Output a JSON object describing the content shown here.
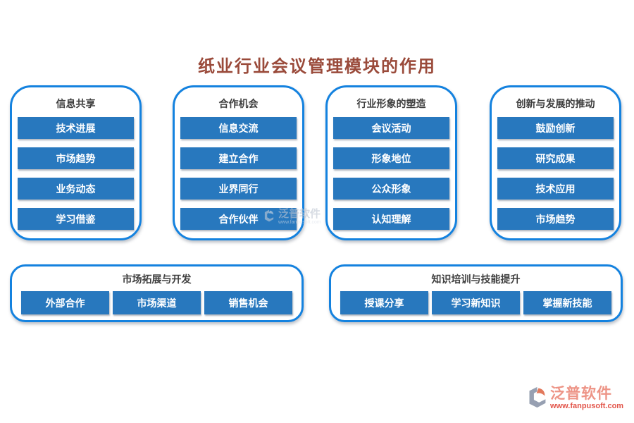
{
  "title": "纸业行业会议管理模块的作用",
  "groups": [
    {
      "title": "信息共享",
      "items": [
        "技术进展",
        "市场趋势",
        "业务动态",
        "学习借鉴"
      ]
    },
    {
      "title": "合作机会",
      "items": [
        "信息交流",
        "建立合作",
        "业界同行",
        "合作伙伴"
      ]
    },
    {
      "title": "行业形象的塑造",
      "items": [
        "会议活动",
        "形象地位",
        "公众形象",
        "认知理解"
      ]
    },
    {
      "title": "创新与发展的推动",
      "items": [
        "鼓励创新",
        "研究成果",
        "技术应用",
        "市场趋势"
      ]
    }
  ],
  "bottom_groups": [
    {
      "title": "市场拓展与开发",
      "items": [
        "外部合作",
        "市场渠道",
        "销售机会"
      ]
    },
    {
      "title": "知识培训与技能提升",
      "items": [
        "授课分享",
        "学习新知识",
        "掌握新技能"
      ]
    }
  ],
  "watermark": {
    "name": "泛普软件",
    "url": "www.fanpusoft.com"
  },
  "brand": {
    "name": "泛普软件",
    "url": "www.fanpusoft.com"
  },
  "colors": {
    "item_blue": "#2878BE",
    "card_border_blue": "#1482DF",
    "main_title": "#9A4A3A",
    "card_title": "#3F3F3F",
    "brand_name": "#ED9486",
    "brand_url": "#E25449"
  }
}
